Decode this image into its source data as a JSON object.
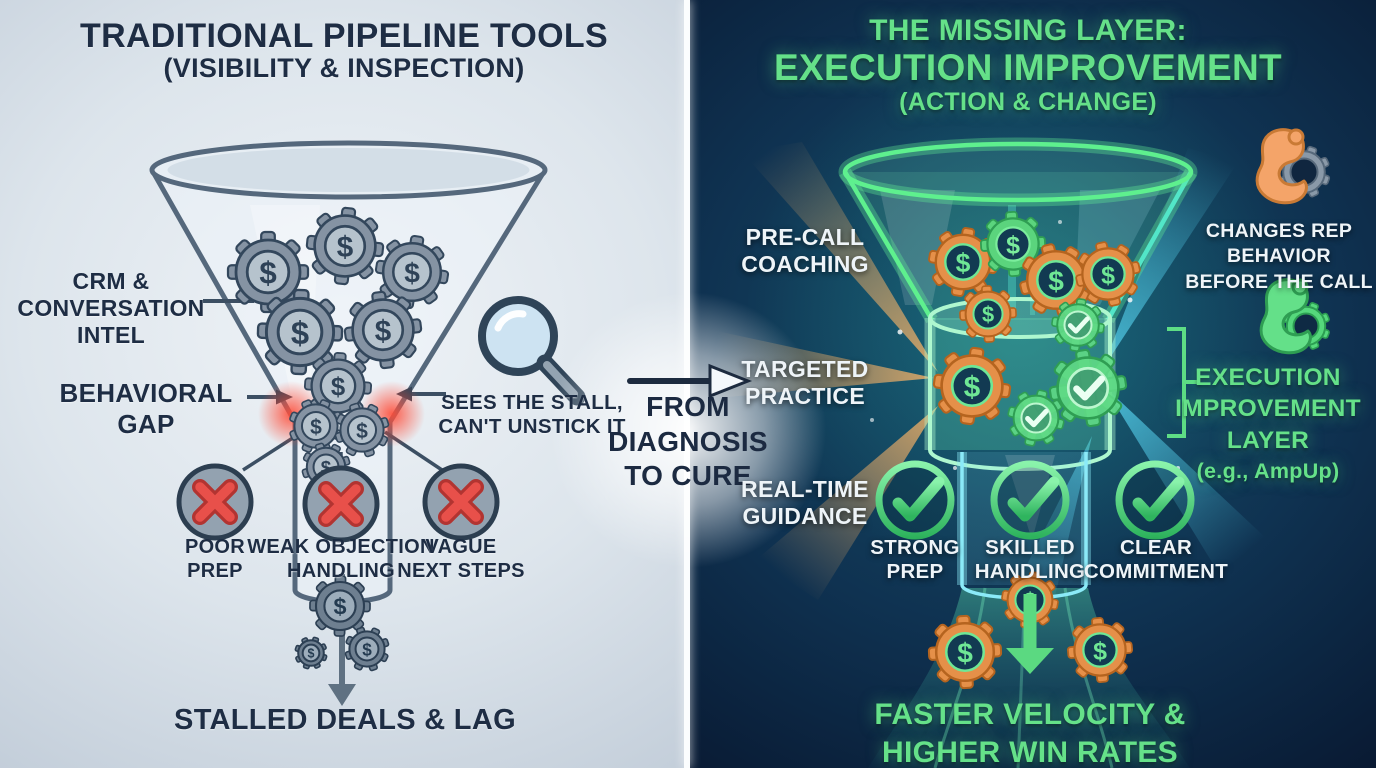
{
  "left_panel": {
    "title": "TRADITIONAL PIPELINE TOOLS",
    "subtitle": "(VISIBILITY & INSPECTION)",
    "crm_label": [
      "CRM &",
      "CONVERSATION",
      "INTEL"
    ],
    "gap_label": [
      "BEHAVIORAL",
      "GAP"
    ],
    "magnifier_caption": [
      "SEES THE STALL,",
      "CAN'T UNSTICK IT"
    ],
    "failures": [
      [
        "POOR",
        "PREP"
      ],
      [
        "WEAK OBJECTION",
        "HANDLING"
      ],
      [
        "VAGUE",
        "NEXT STEPS"
      ]
    ],
    "outcome": "STALLED DEALS & LAG"
  },
  "center": {
    "transition": [
      "FROM",
      "DIAGNOSIS",
      "TO CURE"
    ]
  },
  "right_panel": {
    "title_line1": "THE MISSING LAYER:",
    "title_line2": "EXECUTION IMPROVEMENT",
    "subtitle": "(ACTION & CHANGE)",
    "inputs": [
      [
        "PRE-CALL",
        "COACHING"
      ],
      [
        "TARGETED",
        "PRACTICE"
      ],
      [
        "REAL-TIME",
        "GUIDANCE"
      ]
    ],
    "behavior_note": [
      "CHANGES REP",
      "BEHAVIOR",
      "BEFORE THE CALL"
    ],
    "layer_label": [
      "EXECUTION",
      "IMPROVEMENT",
      "LAYER"
    ],
    "layer_sublabel": "(e.g., AmpUp)",
    "wins": [
      [
        "STRONG",
        "PREP"
      ],
      [
        "SKILLED",
        "HANDLING"
      ],
      [
        "CLEAR",
        "COMMITMENT"
      ]
    ],
    "outcome": [
      "FASTER VELOCITY &",
      "HIGHER WIN RATES"
    ]
  },
  "icons": {
    "dollar_glyph": "$"
  },
  "colors": {
    "navy_text": "#1e2d44",
    "green_accent": "#65e189",
    "alert_red": "#e2413d",
    "gear_orange": "#e59049",
    "ray_cyan": "#4fd3f2",
    "left_bg": "#dde5ec",
    "right_bg": "#0f3251"
  }
}
